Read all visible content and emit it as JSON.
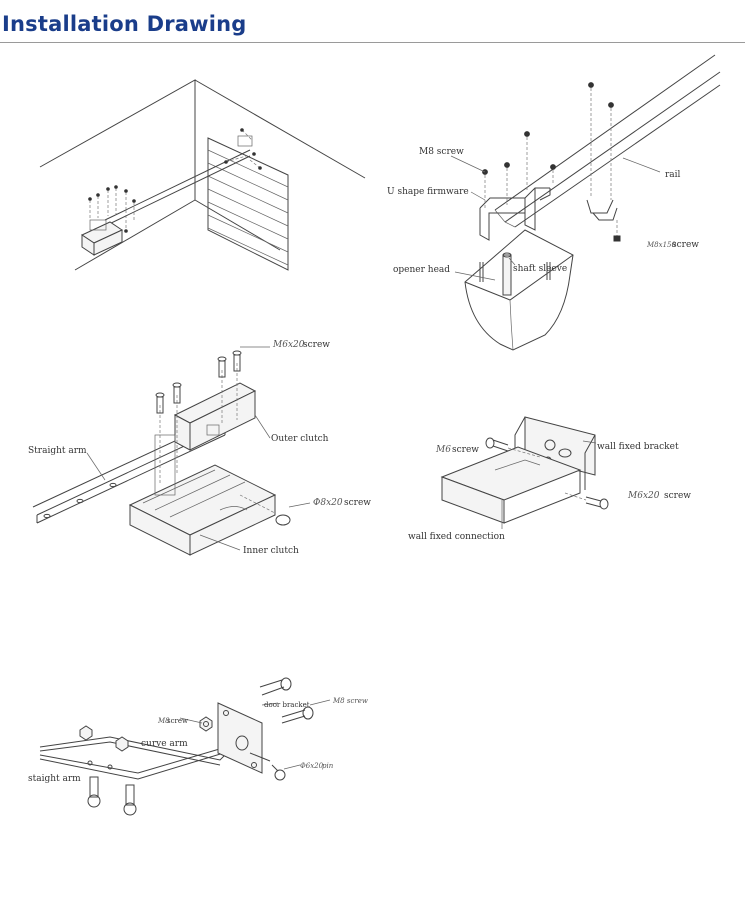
{
  "header": {
    "title": "Installation Drawing"
  },
  "figures": {
    "garage": {},
    "rail_mount": {
      "labels": {
        "m8_screw": "M8 screw",
        "u_shape": "U shape firmware",
        "rail": "rail",
        "m8x150_part": "M8x150",
        "m8x150_screw": "screw",
        "opener_head": "opener head",
        "shaft_sleeve": "shaft sleeve"
      }
    },
    "clutch": {
      "labels": {
        "m6x20_part": "M6x20",
        "m6x20_screw": "screw",
        "outer_clutch": "Outer clutch",
        "straight_arm": "Straight arm",
        "d8x20_part": "Φ8x20",
        "d8x20_screw": "screw",
        "inner_clutch": "Inner clutch"
      }
    },
    "wall_bracket": {
      "labels": {
        "m6_part": "M6",
        "m6_screw": "screw",
        "wall_fixed_bracket": "wall fixed bracket",
        "m6x20_part": "M6x20",
        "m6x20_screw": "screw",
        "wall_fixed_connection": "wall fixed connection"
      }
    },
    "door_bracket": {
      "labels": {
        "m8_part": "M8",
        "m8_screw": "screw",
        "door_bracket": "door bracket",
        "m8_screw_right": "M8 screw",
        "curve_arm": "curve arm",
        "staight_arm": "staight arm",
        "pin_part": "Φ6x20",
        "pin": "pin"
      }
    }
  }
}
